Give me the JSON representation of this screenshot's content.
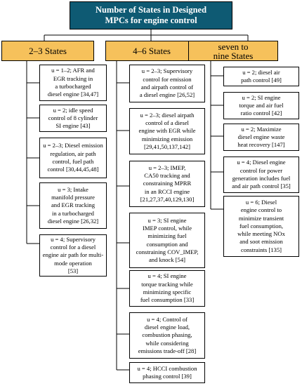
{
  "root": {
    "line1": "Number of States in Designed",
    "line2": "MPCs for engine control"
  },
  "categories": [
    {
      "label": "2–3 States"
    },
    {
      "label": "4–6 States"
    },
    {
      "line1": "seven to",
      "line2": "nine States"
    }
  ],
  "col1": [
    [
      "u = 1–2; AFR and",
      "EGR tracking in",
      "a turbocharged",
      "diesel engine [34,47]"
    ],
    [
      "u = 2; idle speed",
      "control of 8 cylinder",
      "SI engine [43]"
    ],
    [
      "u = 2–3; Diesel emission",
      "regulation, air path",
      "control, fuel path",
      "control [30,44,45,48]"
    ],
    [
      "u = 3; Intake",
      "manifold pressure",
      "and EGR tracking",
      "in a turbocharged",
      "diesel engine [26,32]"
    ],
    [
      "u = 4; Supervisory",
      "control for a diesel",
      "engine air path for multi-",
      "mode operation",
      "[53]"
    ]
  ],
  "col2": [
    [
      "u = 2–3; Supervisory",
      "control for emission",
      "and airpath control of",
      "a diesel engine [26,52]"
    ],
    [
      "u = 2–3; diesel airpath",
      "control of a diesel",
      "engine with EGR while",
      "minimizing emission",
      "[29,41,50,137,142]"
    ],
    [
      "u = 2–3; IMEP,",
      "CA50 tracking and",
      "constraining MPRR",
      "in an RCCI engine",
      "[21,27,37,40,129,130]"
    ],
    [
      "u = 3; SI engine",
      "IMEP control, while",
      "minimizing fuel",
      "consumption and",
      "constraining COV_IMEP,",
      "and knock [54]"
    ],
    [
      "u = 4; SI engine",
      "torque tracking while",
      "minimizing specific",
      "fuel consumption [33]"
    ],
    [
      "u = 4; Control of",
      "diesel engine load,",
      "combustion phasing,",
      "while considering",
      "emissions trade-off [28]"
    ],
    [
      "u = 4; HCCI combustion",
      "phasing control [39]"
    ]
  ],
  "col3": [
    [
      "u = 2; diesel air",
      "path control [49]"
    ],
    [
      "u = 2; SI engine",
      "torque and air fuel",
      "ratio control [42]"
    ],
    [
      "u = 2; Maximize",
      "diesel engine waste",
      "heat recovery [147]"
    ],
    [
      "u = 4; Diesel engine",
      "control for power",
      "generation includes fuel",
      "and air path control [35]"
    ],
    [
      "u = 6; Diesel",
      "engine control to",
      "minimize transient",
      "fuel consumption,",
      "while meeting NOx",
      "and soot emission",
      "constraints [135]"
    ]
  ]
}
